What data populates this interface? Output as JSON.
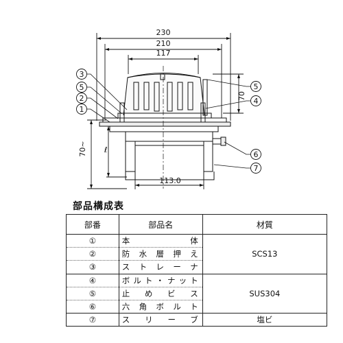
{
  "dimensions": {
    "top_width": "230",
    "mid_width": "210",
    "strainer_width": "117",
    "strainer_height": "70",
    "left_height": "70~",
    "left_length": "ℓ",
    "pipe_diameter": "113.0"
  },
  "callouts": [
    "①",
    "②",
    "③",
    "④",
    "⑤",
    "⑥",
    "⑦"
  ],
  "table": {
    "title": "部品構成表",
    "headers": {
      "no": "部番",
      "name": "部品名",
      "material": "材質"
    },
    "rows": [
      {
        "no": "①",
        "name": "本体"
      },
      {
        "no": "②",
        "name": "防水層押え"
      },
      {
        "no": "③",
        "name": "ストレーナ"
      },
      {
        "no": "④",
        "name": "ボルト・ナット"
      },
      {
        "no": "⑤",
        "name": "止めビス"
      },
      {
        "no": "⑥",
        "name": "六角ボルト"
      },
      {
        "no": "⑦",
        "name": "スリーブ"
      }
    ],
    "materials": [
      "SCS13",
      "SUS304",
      "塩ビ"
    ]
  }
}
